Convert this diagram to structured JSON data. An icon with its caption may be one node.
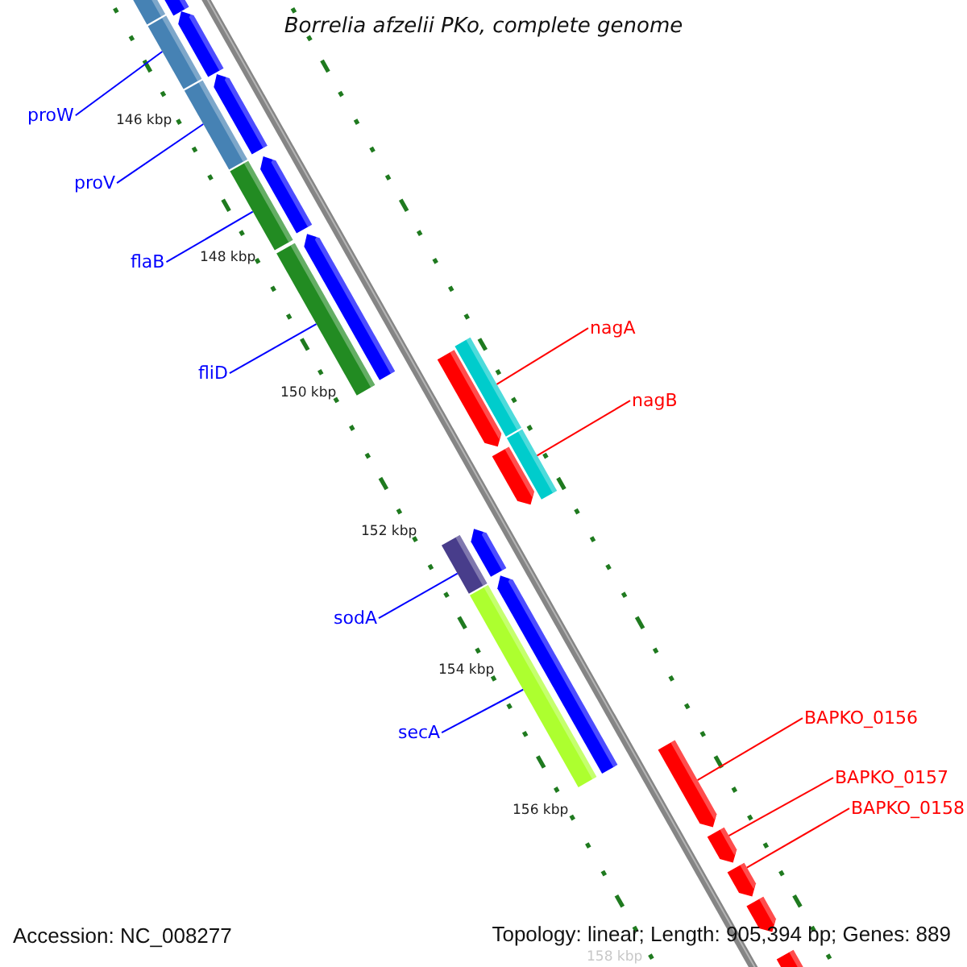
{
  "diagram": {
    "title": "Borrelia afzelii PKo, complete genome",
    "nodes": [
      {
        "text": [
          "proW"
        ]
      },
      {
        "text": [
          "proV"
        ]
      },
      {
        "text": [
          "flaB"
        ]
      },
      {
        "text": [
          "nagA"
        ]
      },
      {
        "text": [
          "fliD"
        ]
      },
      {
        "text": [
          "nagB"
        ]
      },
      {
        "text": [
          "sodA"
        ]
      },
      {
        "text": [
          "BAPKO_0156"
        ]
      },
      {
        "text": [
          "secA"
        ]
      },
      {
        "text": [
          "BAPKO_0157"
        ]
      },
      {
        "text": [
          "BAPKO_0158"
        ]
      },
      {
        "text": [],
        "shape": "bar"
      },
      {
        "text": [],
        "shape": "pentagon"
      },
      {
        "text": [],
        "shape": "pentagon"
      },
      {
        "text": [],
        "shape": "bar"
      },
      {
        "text": [],
        "shape": "pentagon"
      },
      {
        "text": [],
        "shape": "bar"
      },
      {
        "text": [],
        "shape": "pentagon"
      },
      {
        "text": [],
        "shape": "bar"
      },
      {
        "text": [],
        "shape": "pentagon"
      },
      {
        "text": [],
        "shape": "bar"
      },
      {
        "text": [],
        "shape": "bar"
      },
      {
        "text": [],
        "shape": "pentagon"
      },
      {
        "text": [],
        "shape": "bar"
      },
      {
        "text": [],
        "shape": "pentagon"
      },
      {
        "text": [],
        "shape": "pentagon"
      },
      {
        "text": [],
        "shape": "bar"
      },
      {
        "text": [],
        "shape": "pentagon"
      },
      {
        "text": [],
        "shape": "bar"
      },
      {
        "text": [],
        "shape": "pentagon"
      },
      {
        "text": [],
        "shape": "pentagon"
      },
      {
        "text": [],
        "shape": "pentagon"
      },
      {
        "text": [],
        "shape": "pentagon"
      },
      {
        "text": [],
        "shape": "pentagon"
      }
    ],
    "edges": [
      {
        "from": 0,
        "to": 14,
        "arrow": "none"
      },
      {
        "from": 1,
        "to": 16,
        "arrow": "none"
      },
      {
        "from": 2,
        "to": 18,
        "arrow": "none"
      },
      {
        "from": 3,
        "to": 21,
        "arrow": "none",
        "color": "#ff0000"
      },
      {
        "from": 4,
        "to": 20,
        "arrow": "none"
      },
      {
        "from": 5,
        "to": 23,
        "arrow": "none",
        "color": "#ff0000"
      },
      {
        "from": 6,
        "to": 26,
        "arrow": "none"
      },
      {
        "from": 7,
        "to": 29,
        "arrow": "none",
        "color": "#ff0000"
      },
      {
        "from": 8,
        "to": 28,
        "arrow": "none"
      },
      {
        "from": 9,
        "to": 30,
        "arrow": "none",
        "color": "#ff0000"
      },
      {
        "from": 10,
        "to": 31,
        "arrow": "none",
        "color": "#ff0000"
      }
    ],
    "labels": [
      "146 kbp",
      "148 kbp",
      "150 kbp",
      "152 kbp",
      "154 kbp",
      "156 kbp",
      "158 kbp",
      "Accession: NC_008277",
      "Topology: linear; Length: 905,394 bp; Genes: 889"
    ]
  }
}
